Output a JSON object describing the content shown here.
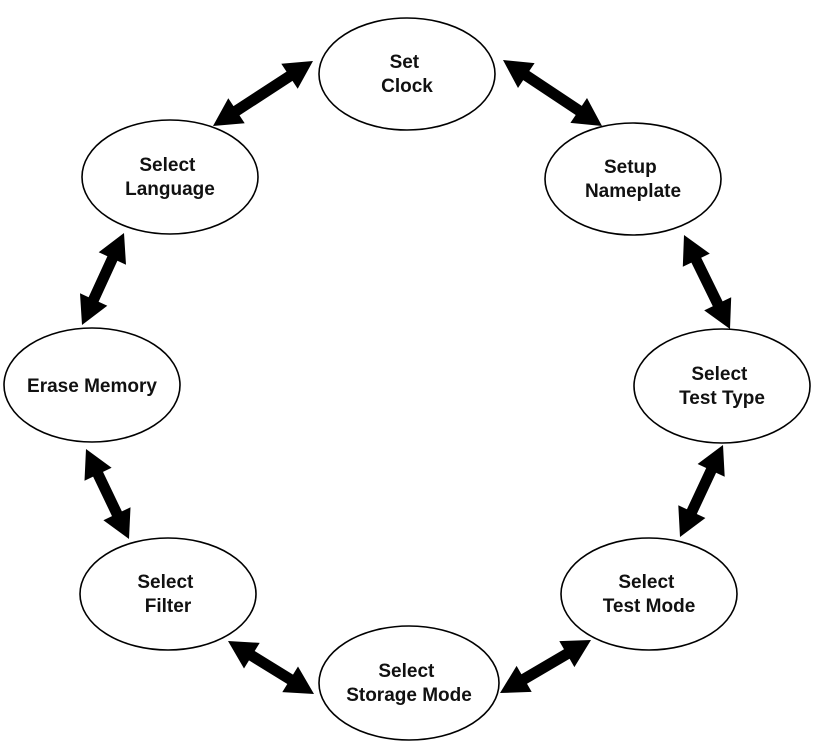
{
  "diagram": {
    "nodes": [
      {
        "id": "set-clock",
        "lines": [
          "Set",
          "Clock"
        ]
      },
      {
        "id": "setup-nameplate",
        "lines": [
          "Setup",
          "Nameplate"
        ]
      },
      {
        "id": "select-test-type",
        "lines": [
          "Select",
          "Test Type"
        ]
      },
      {
        "id": "select-test-mode",
        "lines": [
          "Select",
          "Test Mode"
        ]
      },
      {
        "id": "select-storage-mode",
        "lines": [
          "Select",
          "Storage Mode"
        ]
      },
      {
        "id": "select-filter",
        "lines": [
          "Select",
          "Filter"
        ]
      },
      {
        "id": "erase-memory",
        "lines": [
          "Erase Memory"
        ]
      },
      {
        "id": "select-language",
        "lines": [
          "Select",
          "Language"
        ]
      }
    ],
    "edges": [
      {
        "from": "set-clock",
        "to": "setup-nameplate",
        "direction": "bidirectional"
      },
      {
        "from": "setup-nameplate",
        "to": "select-test-type",
        "direction": "bidirectional"
      },
      {
        "from": "select-test-type",
        "to": "select-test-mode",
        "direction": "bidirectional"
      },
      {
        "from": "select-test-mode",
        "to": "select-storage-mode",
        "direction": "bidirectional"
      },
      {
        "from": "select-storage-mode",
        "to": "select-filter",
        "direction": "bidirectional"
      },
      {
        "from": "select-filter",
        "to": "erase-memory",
        "direction": "bidirectional"
      },
      {
        "from": "erase-memory",
        "to": "select-language",
        "direction": "bidirectional"
      },
      {
        "from": "select-language",
        "to": "set-clock",
        "direction": "bidirectional"
      }
    ],
    "colors": {
      "node_fill": "#ffffff",
      "node_stroke": "#000000",
      "arrow": "#000000",
      "text": "#111111"
    }
  }
}
